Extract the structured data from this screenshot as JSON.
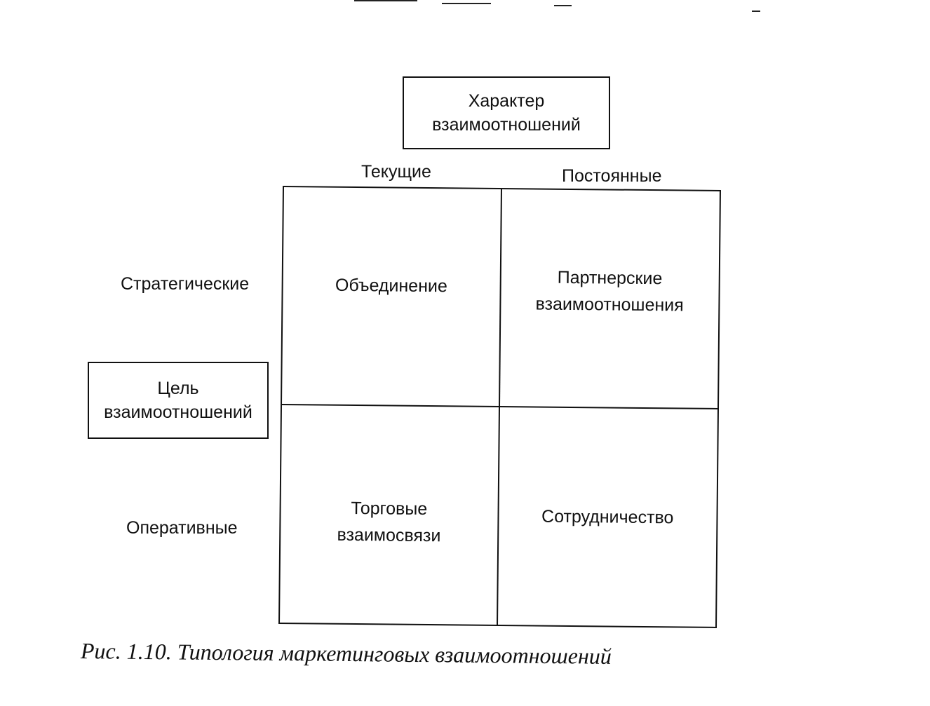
{
  "header_box": {
    "line1": "Характер",
    "line2": "взаимоотношений"
  },
  "columns": {
    "left": "Текущие",
    "right": "Постоянные"
  },
  "side_box": {
    "line1": "Цель",
    "line2": "взаимоотношений"
  },
  "rows": {
    "top": "Стратегические",
    "bottom": "Оперативные"
  },
  "cells": {
    "top_left": {
      "line1": "Объединение"
    },
    "top_right": {
      "line1": "Партнерские",
      "line2": "взаимоотношения"
    },
    "bottom_left": {
      "line1": "Торговые",
      "line2": "взаимосвязи"
    },
    "bottom_right": {
      "line1": "Сотрудничество"
    }
  },
  "caption": "Рис. 1.10. Типология маркетинговых взаимоотношений"
}
